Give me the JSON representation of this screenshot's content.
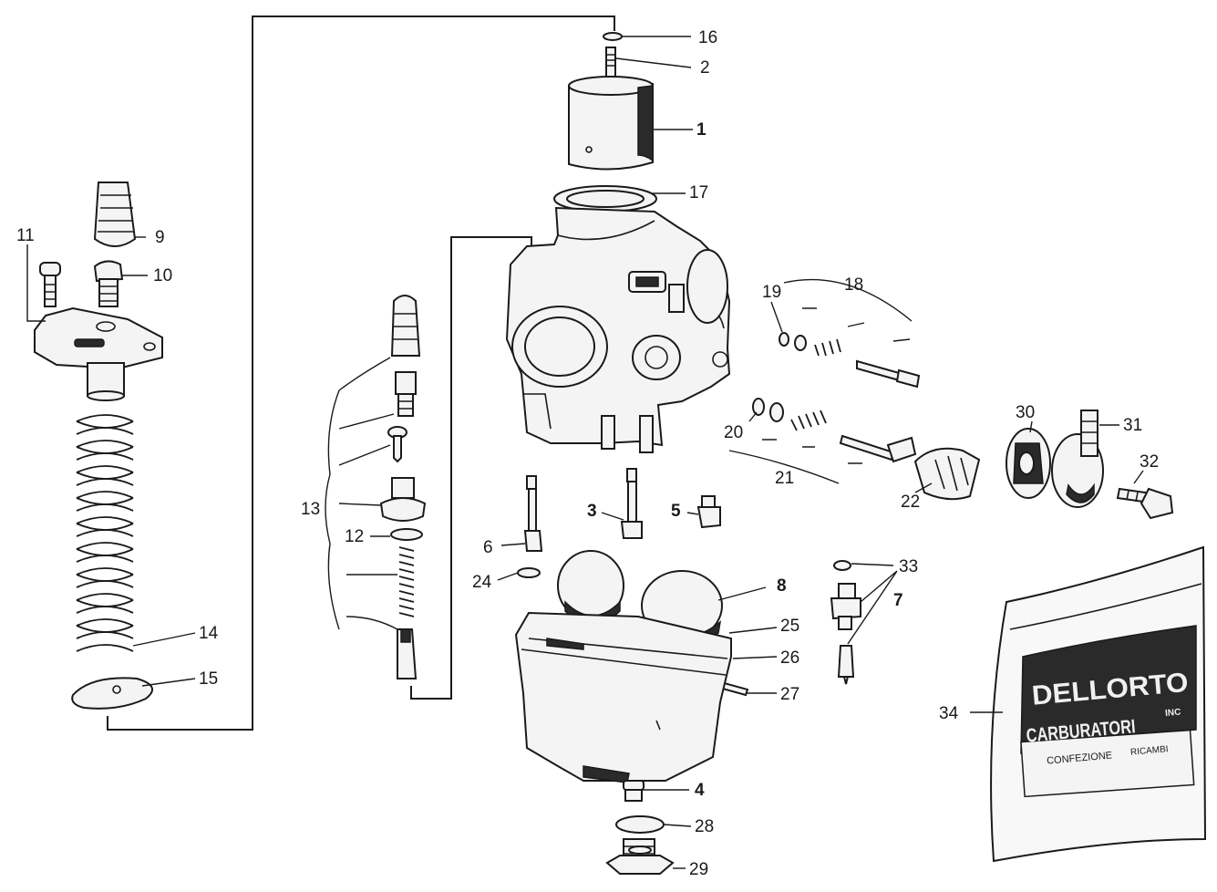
{
  "callouts": {
    "p1": "1",
    "p2": "2",
    "p3": "3",
    "p4": "4",
    "p5": "5",
    "p6": "6",
    "p7": "7",
    "p8": "8",
    "p9": "9",
    "p10": "10",
    "p11": "11",
    "p12": "12",
    "p13": "13",
    "p14": "14",
    "p15": "15",
    "p16": "16",
    "p17": "17",
    "p18": "18",
    "p19": "19",
    "p20": "20",
    "p21": "21",
    "p22": "22",
    "p24": "24",
    "p25": "25",
    "p26": "26",
    "p27": "27",
    "p28": "28",
    "p29": "29",
    "p30": "30",
    "p31": "31",
    "p32": "32",
    "p33": "33",
    "p34": "34"
  },
  "bag": {
    "brand": "DELLORTO",
    "badge": "INC",
    "line1": "CARBURATORI",
    "line2": "CONFEZIONE",
    "line3": "RICAMBI"
  }
}
